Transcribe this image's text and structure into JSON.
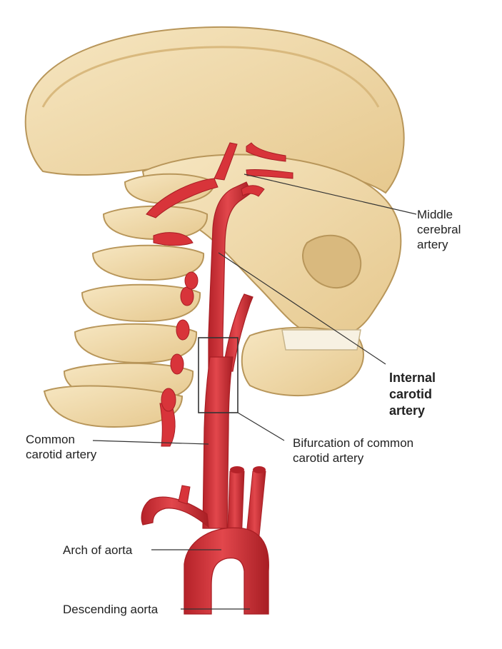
{
  "labels": {
    "middle_cerebral": [
      "Middle",
      "cerebral",
      "artery"
    ],
    "internal_carotid": [
      "Internal",
      "carotid",
      "artery"
    ],
    "common_carotid": [
      "Common",
      "carotid artery"
    ],
    "bifurcation": [
      "Bifurcation of common",
      "carotid artery"
    ],
    "arch_of_aorta": "Arch of aorta",
    "descending_aorta": "Descending aorta"
  },
  "colors": {
    "bone": "#f1dcae",
    "bone_shadow": "#d9b97e",
    "bone_outline": "#b8965a",
    "artery": "#d8343a",
    "artery_dark": "#a81e24",
    "leader_line": "#333333"
  }
}
